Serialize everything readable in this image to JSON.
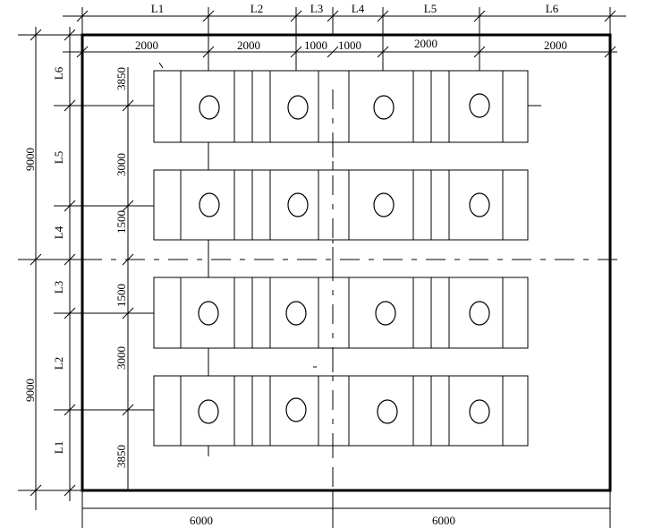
{
  "top_axis_labels": [
    "L1",
    "L2",
    "L3",
    "L4",
    "L5",
    "L6"
  ],
  "top_spacing_values": [
    "2000",
    "2000",
    "1000",
    "1000",
    "2000",
    "2000"
  ],
  "left_axis_labels": [
    "L6",
    "L5",
    "L4",
    "L3",
    "L2",
    "L1"
  ],
  "left_spacing_values": [
    "3850",
    "3000",
    "1500",
    "1500",
    "3000",
    "3850"
  ],
  "left_total_values": [
    "9000",
    "9000"
  ],
  "bottom_total_values": [
    "6000",
    "6000"
  ]
}
